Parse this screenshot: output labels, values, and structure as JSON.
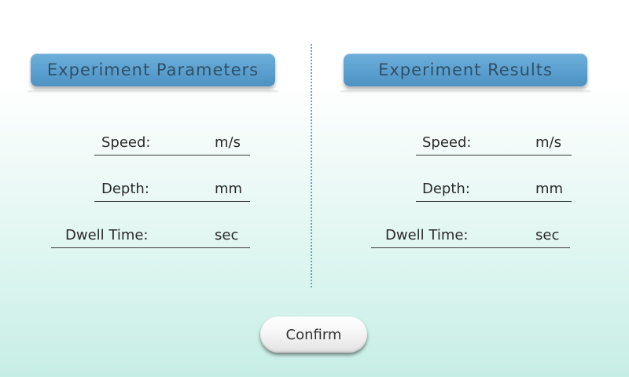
{
  "parameters_panel": {
    "title": "Experiment Parameters",
    "fields": [
      {
        "label": "Speed:",
        "value": "",
        "unit": "m/s"
      },
      {
        "label": "Depth:",
        "value": "",
        "unit": "mm"
      },
      {
        "label": "Dwell Time:",
        "value": "",
        "unit": "sec"
      }
    ]
  },
  "results_panel": {
    "title": "Experiment Results",
    "fields": [
      {
        "label": "Speed:",
        "value": "",
        "unit": "m/s"
      },
      {
        "label": "Depth:",
        "value": "",
        "unit": "mm"
      },
      {
        "label": "Dwell Time:",
        "value": "",
        "unit": "sec"
      }
    ]
  },
  "confirm_button": {
    "label": "Confirm"
  },
  "colors": {
    "header_blue": "#5a9fcf",
    "header_text": "#2f5068",
    "divider_teal": "#5aa9b4",
    "background_mint": "#c6eee5"
  }
}
